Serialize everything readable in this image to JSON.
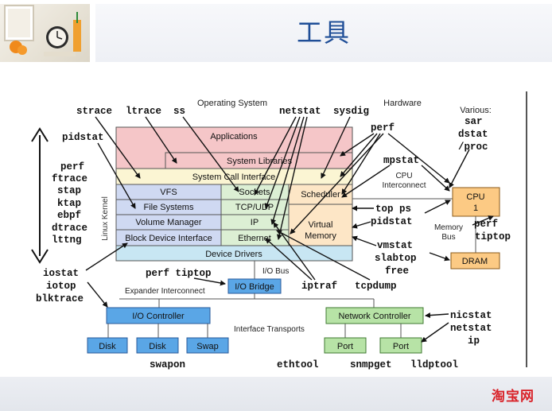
{
  "title": "工具",
  "brand": "淘宝网",
  "headings": {
    "os": "Operating System",
    "hardware": "Hardware",
    "various": "Various:",
    "linux_kernel": "Linux Kernel",
    "io_bus": "I/O Bus",
    "expander": "Expander Interconnect",
    "interface_transports": "Interface Transports",
    "cpu_interconnect_1": "CPU",
    "cpu_interconnect_2": "Interconnect",
    "memory_bus_1": "Memory",
    "memory_bus_2": "Bus"
  },
  "layers": {
    "applications": "Applications",
    "system_libraries": "System Libraries",
    "syscall": "System Call Interface",
    "vfs": "VFS",
    "sockets": "Sockets",
    "scheduler": "Scheduler",
    "file_systems": "File Systems",
    "tcp_udp": "TCP/UDP",
    "volume_manager": "Volume Manager",
    "ip": "IP",
    "virtual": "Virtual",
    "memory": "Memory",
    "block_device": "Block Device Interface",
    "ethernet": "Ethernet",
    "device_drivers": "Device Drivers"
  },
  "hardware": {
    "cpu_1": "CPU",
    "cpu_2": "1",
    "dram": "DRAM",
    "io_bridge": "I/O Bridge",
    "io_controller": "I/O Controller",
    "disk1": "Disk",
    "disk2": "Disk",
    "swap": "Swap",
    "network_controller": "Network Controller",
    "port1": "Port",
    "port2": "Port"
  },
  "tools": {
    "strace": "strace",
    "ltrace": "ltrace",
    "ss": "ss",
    "netstat_top": "netstat",
    "sysdig": "sysdig",
    "perf_top": "perf",
    "mpstat": "mpstat",
    "pidstat_left": "pidstat",
    "perf_left": "perf",
    "ftrace": "ftrace",
    "stap": "stap",
    "ktap": "ktap",
    "ebpf": "ebpf",
    "dtrace": "dtrace",
    "lttng": "lttng",
    "iostat": "iostat",
    "iotop": "iotop",
    "blktrace": "blktrace",
    "perf_tiptop_mid": "perf tiptop",
    "top_ps": "top ps",
    "pidstat_right": "pidstat",
    "vmstat": "vmstat",
    "slabtop": "slabtop",
    "free": "free",
    "iptraf": "iptraf",
    "tcpdump": "tcpdump",
    "sar": "sar",
    "dstat": "dstat",
    "proc": "/proc",
    "perf_hw": "perf",
    "tiptop_hw": "tiptop",
    "nicstat": "nicstat",
    "netstat_hw": "netstat",
    "ip_hw": "ip",
    "swapon": "swapon",
    "ethtool": "ethtool",
    "snmpget": "snmpget",
    "lldptool": "lldptool"
  }
}
